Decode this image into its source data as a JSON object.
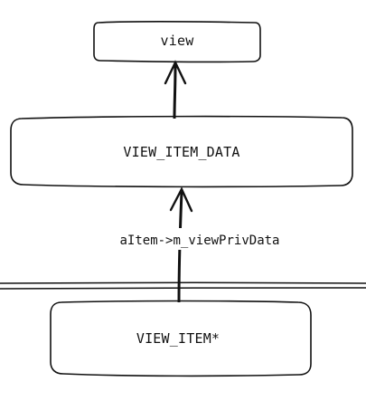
{
  "diagram": {
    "nodes": {
      "view": {
        "label": "view"
      },
      "view_item_data": {
        "label": "VIEW_ITEM_DATA"
      },
      "view_item": {
        "label": "VIEW_ITEM*"
      }
    },
    "edges": {
      "item_to_data": {
        "label": "aItem->m_viewPrivData"
      },
      "data_to_view": {
        "label": ""
      }
    }
  }
}
